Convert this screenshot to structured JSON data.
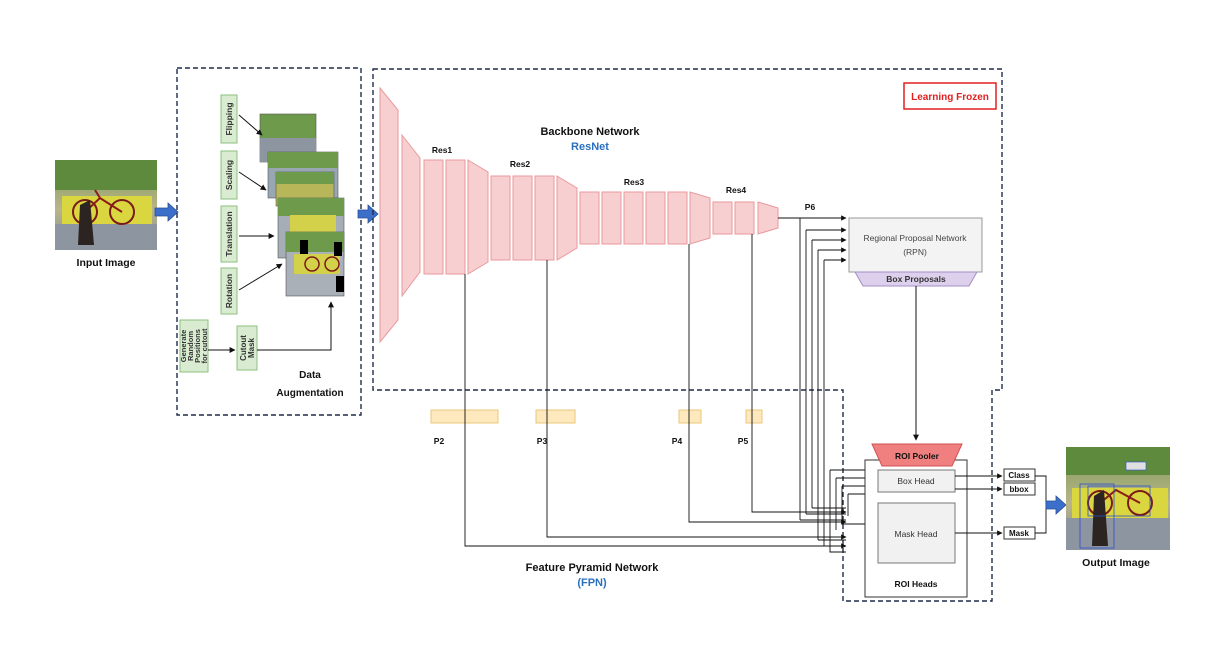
{
  "labels": {
    "input_image": "Input Image",
    "output_image": "Output Image",
    "data_augmentation_line1": "Data",
    "data_augmentation_line2": "Augmentation",
    "flipping": "Flipping",
    "scaling": "Scaling",
    "translation": "Translation",
    "rotation": "Rotation",
    "generate_line1": "Generate",
    "generate_line2": "Random",
    "generate_line3": "Positions",
    "generate_line4": "for cutout",
    "cutout_line1": "Cutout",
    "cutout_line2": "Mask",
    "learning_frozen": "Learning Frozen",
    "backbone_title": "Backbone Network",
    "backbone_subtitle": "ResNet",
    "res1": "Res1",
    "res2": "Res2",
    "res3": "Res3",
    "res4": "Res4",
    "p2": "P2",
    "p3": "P3",
    "p4": "P4",
    "p5": "P5",
    "p6": "P6",
    "rpn_line1": "Regional Proposal Network",
    "rpn_line2": "(RPN)",
    "box_proposals": "Box Proposals",
    "roi_pooler": "ROI Pooler",
    "box_head": "Box Head",
    "mask_head": "Mask Head",
    "roi_heads": "ROI Heads",
    "class": "Class",
    "bbox": "bbox",
    "mask": "Mask",
    "fpn_title": "Feature Pyramid Network",
    "fpn_subtitle": "(FPN)"
  },
  "colors": {
    "block_fill": "#f8cfd0",
    "block_stroke": "#e89a9c",
    "aug_fill": "#d9ecd2",
    "aug_stroke": "#8cbf7c",
    "fpn_fill": "#fde9bd",
    "fpn_stroke": "#e9c77a",
    "box_proposals_fill": "#ddd0ec",
    "roi_pooler_fill": "#f08080",
    "frozen_red": "#e02020",
    "resnet_blue": "#2a6fc0",
    "dashed_navy": "#1f2d4a",
    "arrow_blue": "#3b6fc9"
  }
}
